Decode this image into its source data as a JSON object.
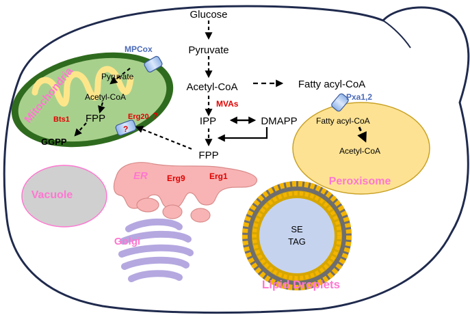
{
  "pathway": {
    "glucose": "Glucose",
    "pyruvate": "Pyruvate",
    "acetyl_coa": "Acetyl-CoA",
    "mvas": "MVAs",
    "ipp": "IPP",
    "dmapp": "DMAPP",
    "fpp": "FPP",
    "fatty_acyl_coa": "Fatty acyl-CoA"
  },
  "mitochondria": {
    "label": "Mitochondria",
    "transporter": "MPCox",
    "pyruvate": "Pyruvate",
    "acetyl_coa": "Acetyl-CoA",
    "fpp": "FPP",
    "ggpp": "GGPP",
    "bts1": "Bts1",
    "erg20": "Erg20",
    "question_mark": "?",
    "transporter_question": "?"
  },
  "peroxisome": {
    "label": "Peroxisome",
    "transporter": "Pxa1,2",
    "fatty_acyl_coa": "Fatty acyl-CoA",
    "acetyl_coa": "Acetyl-CoA"
  },
  "er": {
    "label": "ER",
    "erg9": "Erg9",
    "erg1": "Erg1"
  },
  "vacuole": {
    "label": "Vacuole"
  },
  "golgi": {
    "label": "Golgi"
  },
  "lipid_droplets": {
    "label": "Lipid Droplets",
    "se": "SE",
    "tag": "TAG"
  },
  "colors": {
    "cell_outline": "#1f2a4d",
    "mito_outer": "#2f6b1e",
    "mito_inner": "#a8d08d",
    "cristae": "#fde68a",
    "peroxisome": "#fde293",
    "er": "#f8b4b4",
    "vacuole": "#d0d0d0",
    "golgi": "#b5a8e0",
    "lipid_droplet_core": "#c5d3ef",
    "lipid_droplet_ring": "#f4b400",
    "label_pink": "#ff77d0",
    "enzyme_red": "#e00000",
    "transporter_blue": "#4a6ab8"
  }
}
